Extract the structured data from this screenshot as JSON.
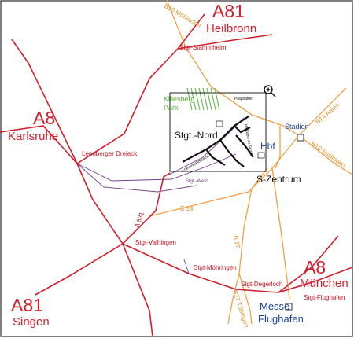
{
  "colors": {
    "motorway": "#d21e2b",
    "federal_road": "#f0a040",
    "city_road": "#7a3d8c",
    "park": "#55b13b",
    "blue_label": "#1c3f9a",
    "frame": "#444444"
  },
  "motorways": {
    "a81_north": {
      "number": "A81",
      "city": "Heilbronn"
    },
    "a8_west": {
      "number": "A8",
      "city": "Karlsruhe"
    },
    "a8_east": {
      "number": "A8",
      "city": "München"
    },
    "a81_south": {
      "number": "A81",
      "city": "Singen"
    }
  },
  "junctions": {
    "stammheim": "Stgt-Stammheim",
    "leonberg": "Leonberger Dreieck",
    "vaihingen": "Stgt-Vaihingen",
    "moehringen": "Stgt-Möhringen",
    "degerloch": "Stgt-Degerloch",
    "flughafen": "Stgt-Flughafen",
    "west": "Stgt.-West"
  },
  "roads": {
    "b10_north": "B10 Mühlacker",
    "b14_aalen": "B14 Aalen",
    "b10_esslingen": "B10 Esslingen",
    "b14": "B 14",
    "a831": "A 831",
    "b27": "B 27",
    "b27_tuebingen": "B27 Tübingen"
  },
  "places": {
    "killesberg_line1": "Killesberg",
    "killesberg_line2": "Park",
    "stgt_nord": "Stgt.-Nord",
    "hbf": "Hbf",
    "s_zentrum": "S-Zentrum",
    "stadion": "Stadion",
    "messe": "Messe",
    "flughafen": "Flughafen"
  },
  "streets": {
    "pragsattel": "Pragsattel",
    "heilbronner_str": "Heilbronner Straße",
    "kraeherwaldstr": "Kräherwaldstraße"
  },
  "icons": {
    "zoom": "zoom-in-icon",
    "stadium": "stadium-marker-icon",
    "messe": "messe-marker-icon",
    "station": "station-marker-icon"
  }
}
